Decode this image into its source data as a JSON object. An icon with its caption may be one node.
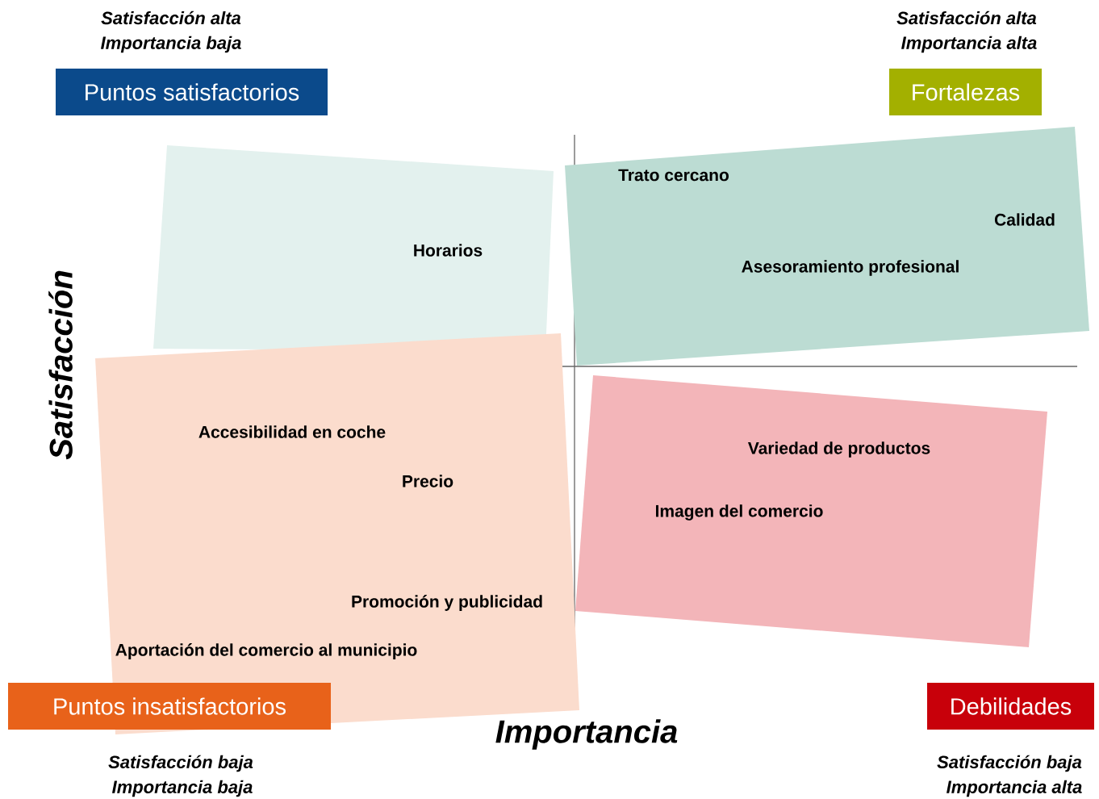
{
  "diagram": {
    "nodes": [
      {
        "text": [
          "Puntos satisfactorios"
        ],
        "beside": [
          "Satisfacción alta",
          "Importancia baja"
        ]
      },
      {
        "text": [
          "Fortalezas"
        ],
        "beside": [
          "Satisfacción alta",
          "Importancia alta"
        ]
      },
      {
        "text": [
          "Puntos insatisfactorios"
        ],
        "beside": [
          "Satisfacción baja",
          "Importancia baja"
        ]
      },
      {
        "text": [
          "Debilidades"
        ],
        "beside": [
          "Satisfacción baja",
          "Importancia alta"
        ]
      },
      {
        "text": [
          "Horarios"
        ]
      },
      {
        "text": [
          "Trato cercano",
          "Calidad",
          "Asesoramiento profesional"
        ]
      },
      {
        "text": [
          "Accesibilidad en coche",
          "Precio",
          "Promoción y publicidad",
          "Aportación del comercio al municipio"
        ]
      },
      {
        "text": [
          "Variedad de productos",
          "Imagen del comercio"
        ]
      }
    ],
    "labels": [
      "Satisfacción",
      "Importancia"
    ]
  }
}
